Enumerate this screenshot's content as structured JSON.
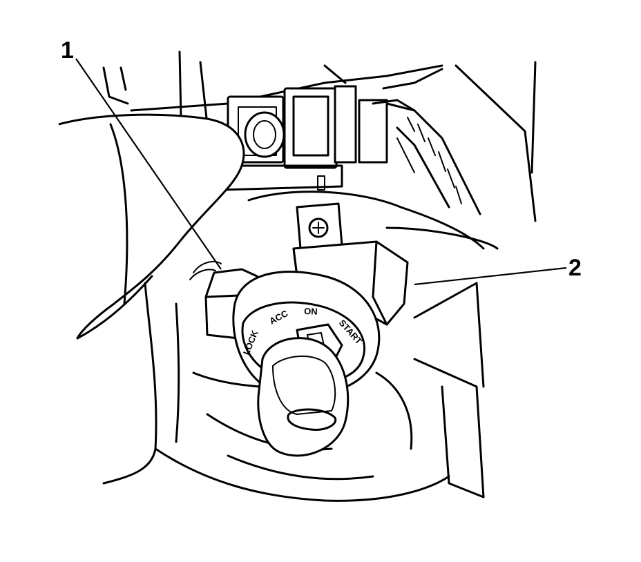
{
  "callouts": [
    {
      "label": "1",
      "target": "connector"
    },
    {
      "label": "2",
      "target": "ignition-switch-housing"
    }
  ],
  "dial_labels": {
    "lock": "LOCK",
    "acc": "ACC",
    "on": "ON",
    "start": "START"
  }
}
